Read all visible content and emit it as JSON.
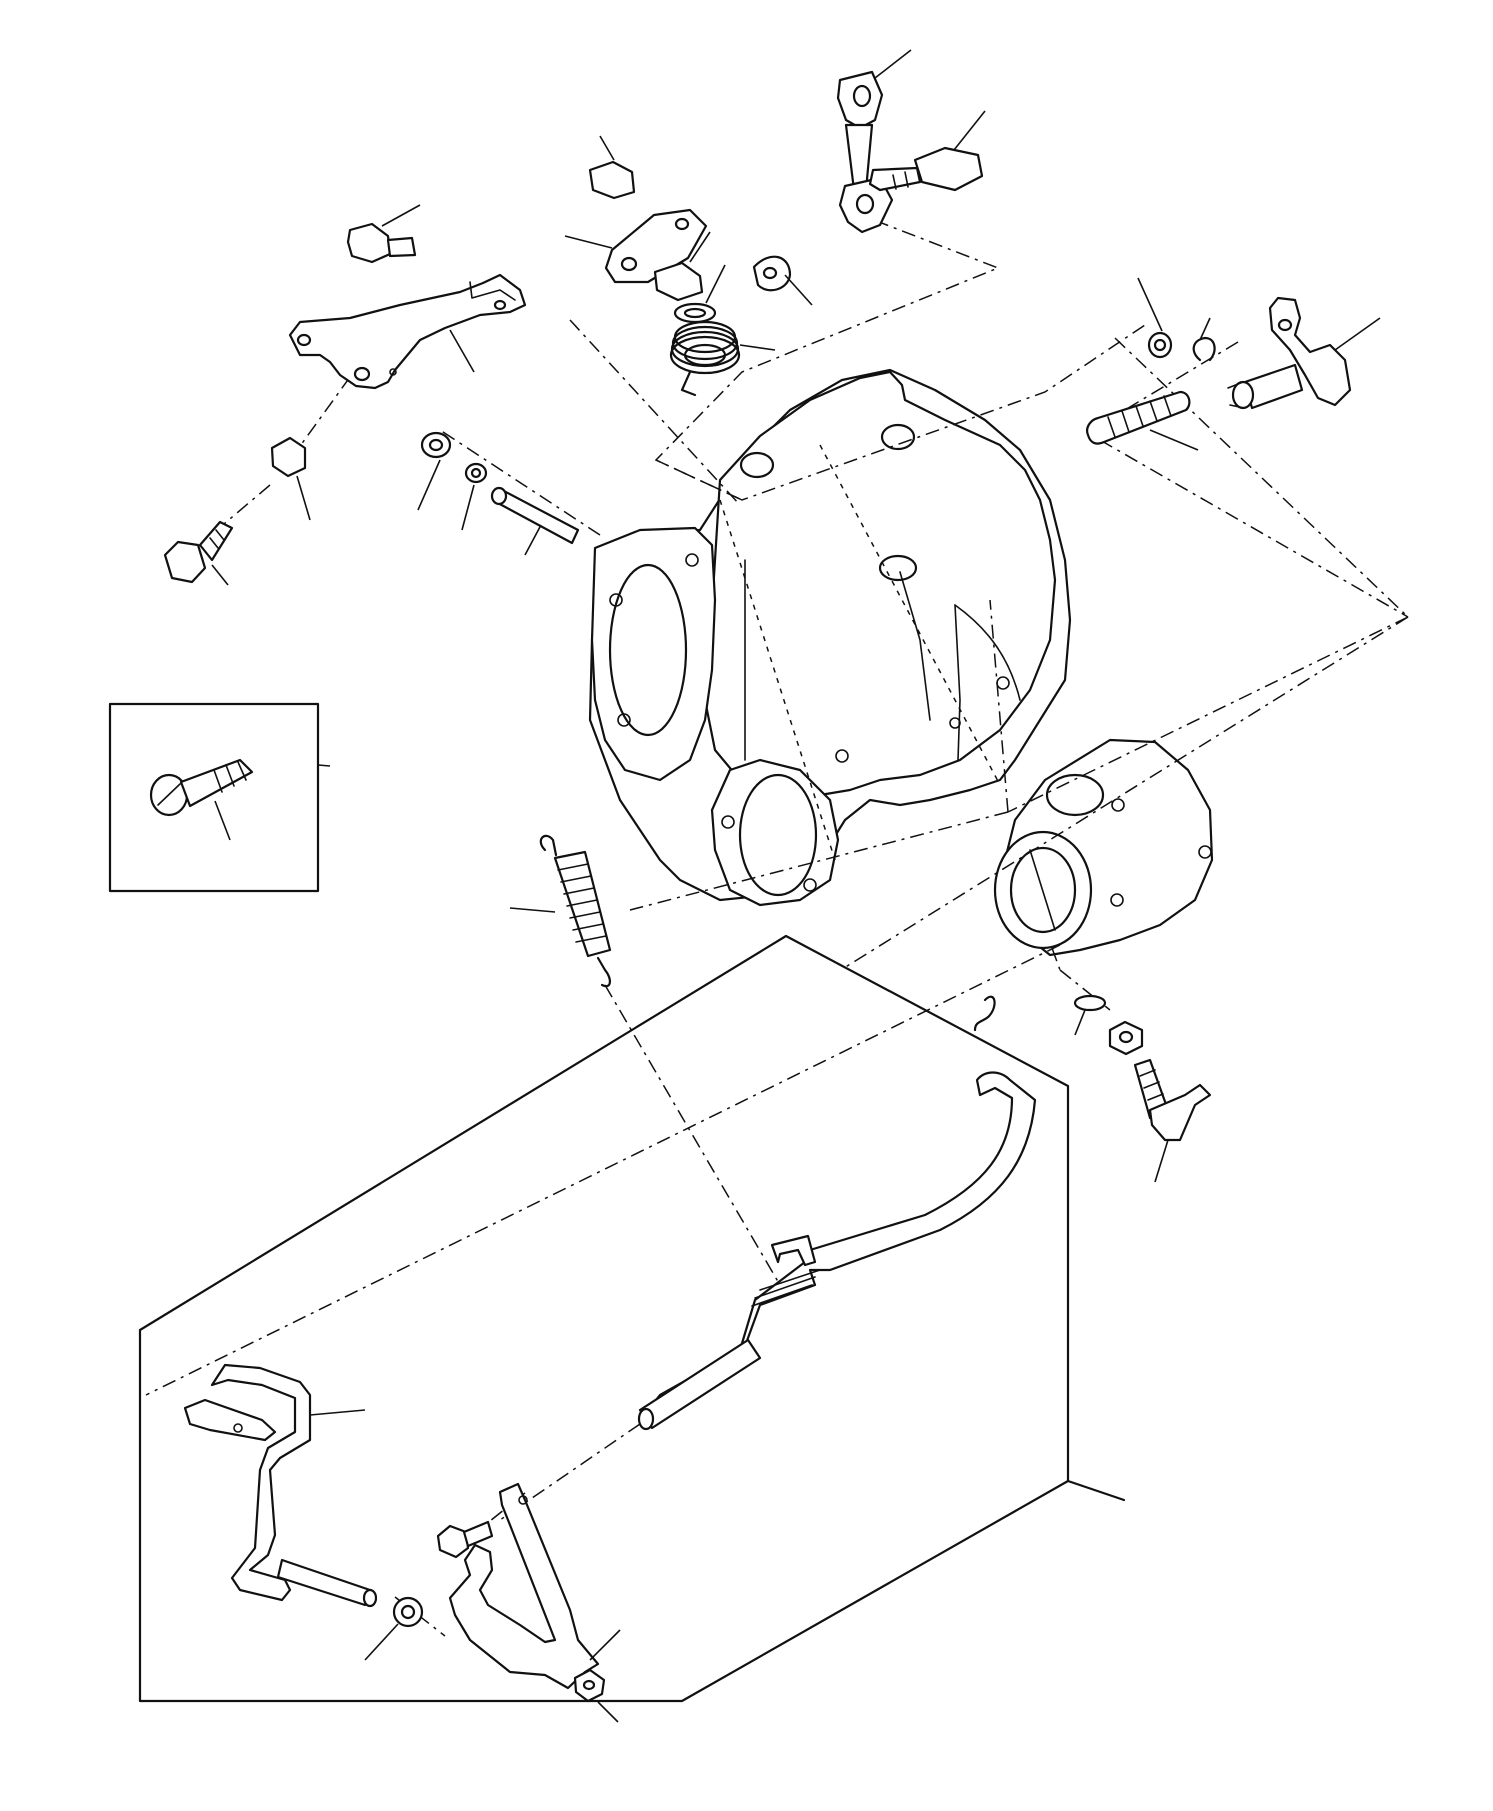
{
  "diagram": {
    "type": "exploded-parts-drawing",
    "line_color": "#111111",
    "background": "#ffffff",
    "parts": [
      "gearbox-housing",
      "clutch-pedal-arm",
      "release-fork-bracket",
      "pedal-lever-arm",
      "return-spring",
      "link-rod-yoke",
      "yoke-bolt",
      "mounting-plate",
      "torsion-spring",
      "shift-lever-bracket",
      "selector-lever",
      "detent-spring",
      "pivot-pin",
      "hex-bolt",
      "hex-nut",
      "washer",
      "inset-detail-bolt",
      "wing-bolt",
      "circlip"
    ]
  }
}
